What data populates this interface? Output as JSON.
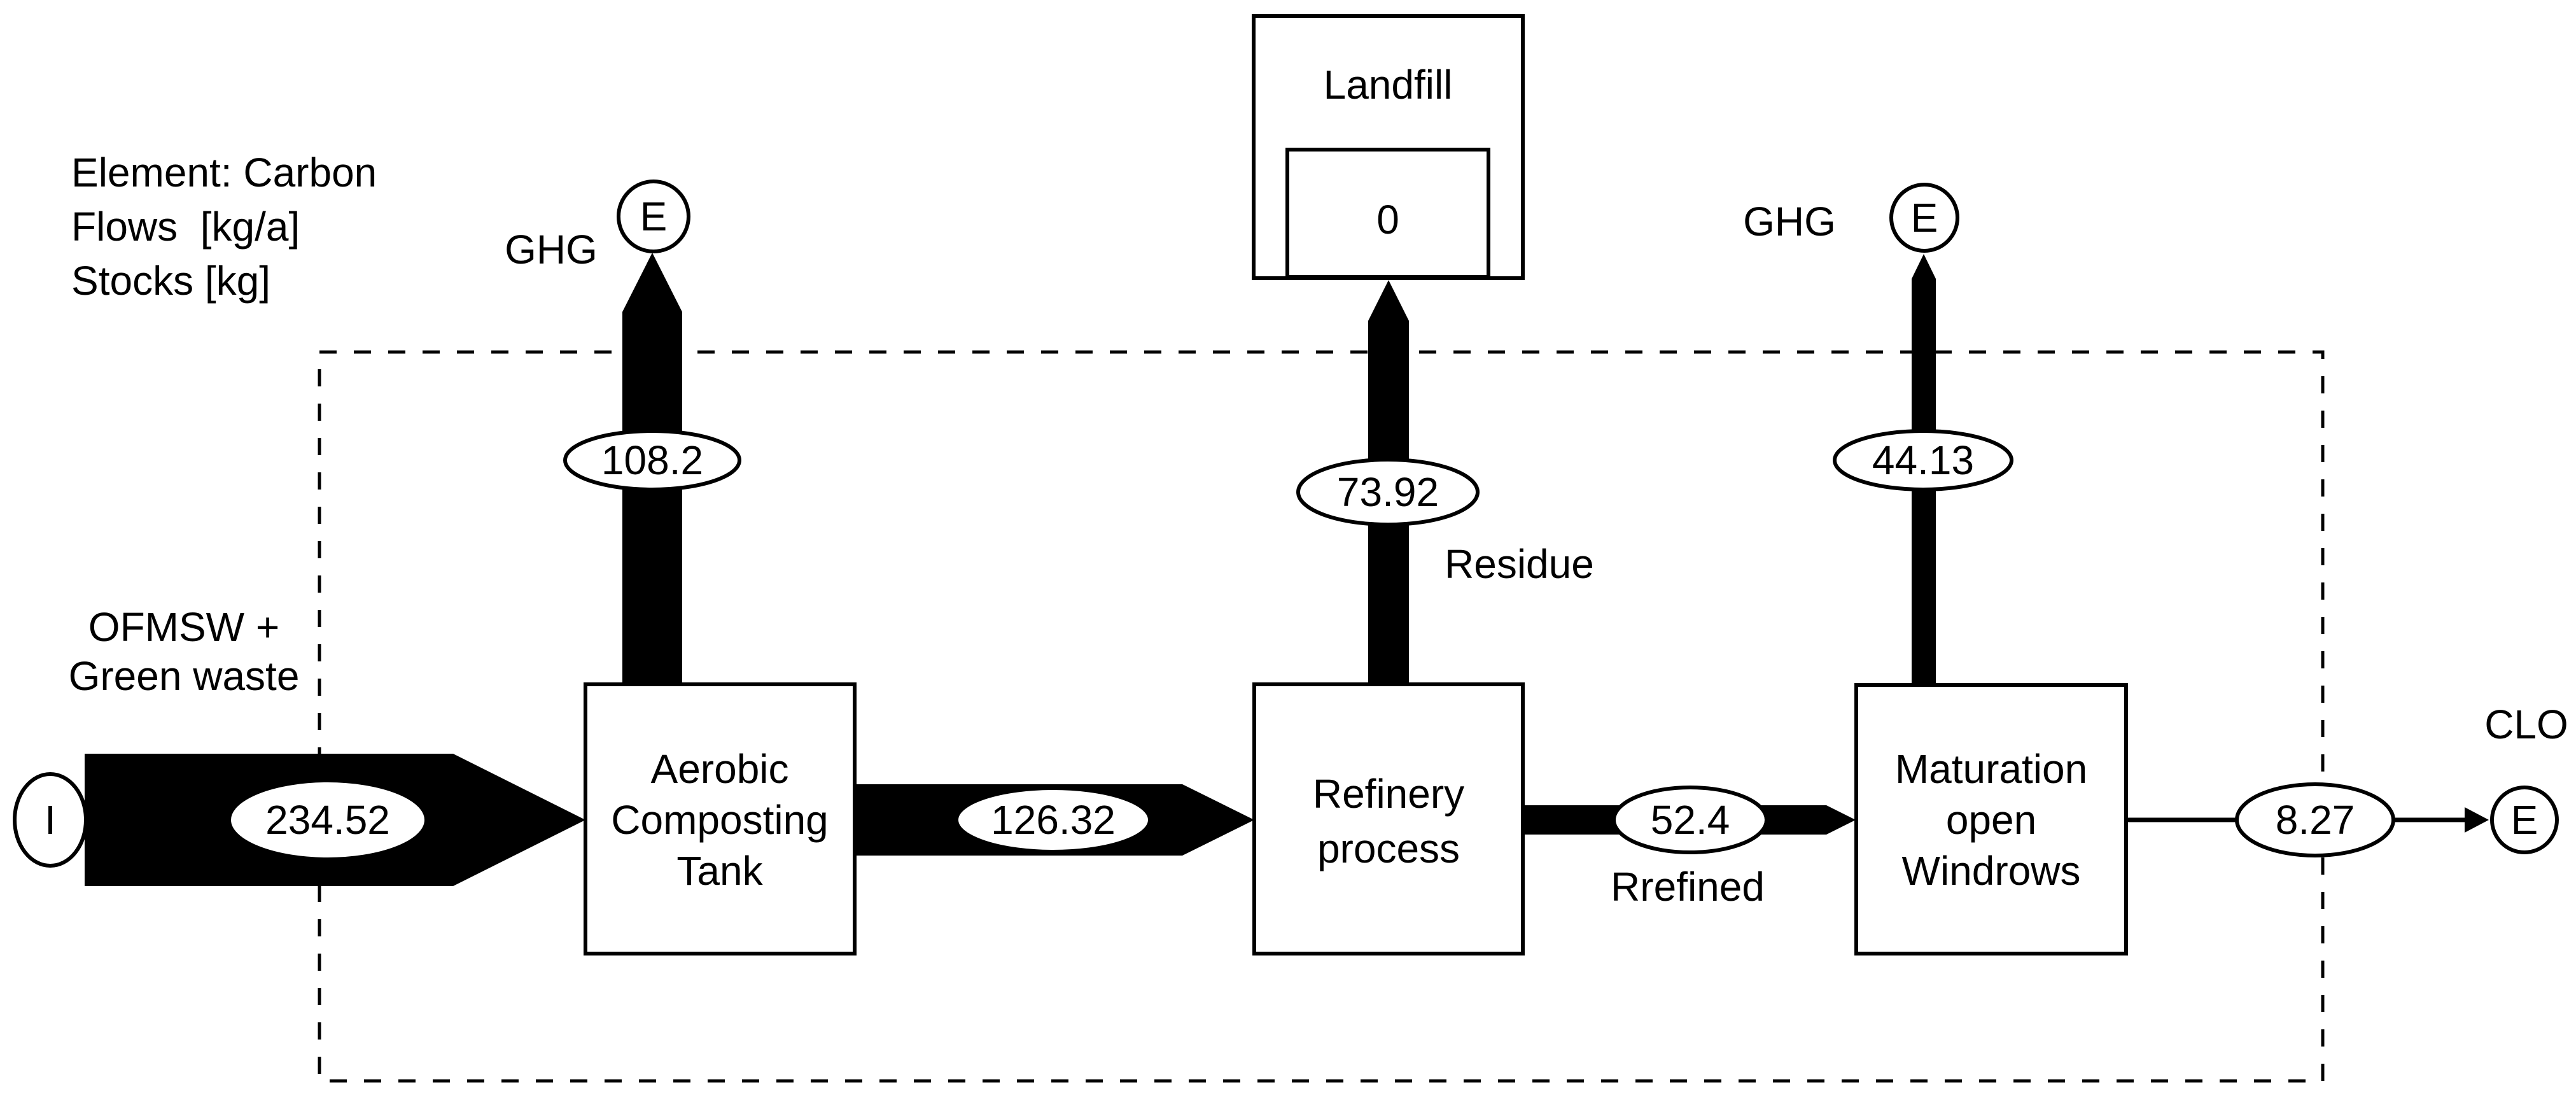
{
  "header": {
    "line1": "Element: Carbon",
    "line2": "Flows  [kg/a]",
    "line3": "Stocks [kg]"
  },
  "waste_input": {
    "label_line1": "OFMSW +",
    "label_line2": "Green waste",
    "marker": "I",
    "value": "234.52"
  },
  "ghg_left": {
    "label": "GHG",
    "marker": "E",
    "value": "108.2"
  },
  "flow_act_refinery": {
    "value": "126.32"
  },
  "residue": {
    "label": "Residue",
    "value": "73.92"
  },
  "landfill": {
    "name": "Landfill",
    "stock": "0"
  },
  "rrefined": {
    "label": "Rrefined",
    "value": "52.4"
  },
  "ghg_right": {
    "label": "GHG",
    "marker": "E",
    "value": "44.13"
  },
  "clo": {
    "label": "CLO",
    "marker": "E",
    "value": "8.27"
  },
  "processes": {
    "act": {
      "line1": "Aerobic",
      "line2": "Composting",
      "line3": "Tank"
    },
    "refinery": {
      "line1": "Refinery",
      "line2": "process"
    },
    "maturation": {
      "line1": "Maturation",
      "line2": "open",
      "line3": "Windrows"
    }
  },
  "colors": {
    "ink": "#000000",
    "paper": "#ffffff"
  }
}
